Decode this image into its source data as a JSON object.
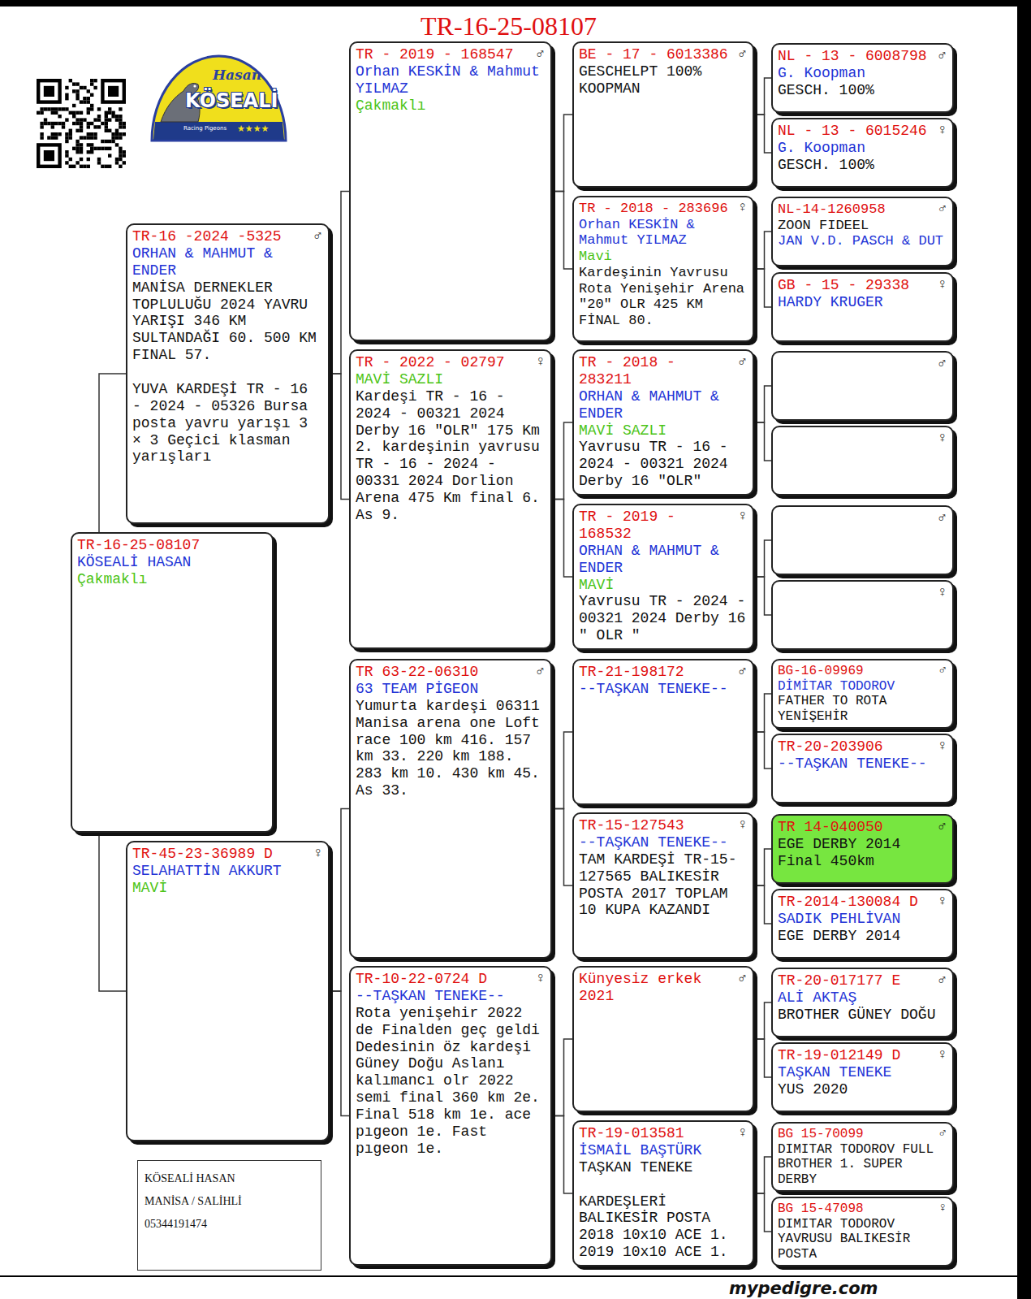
{
  "diagram": {
    "title": "TR-16-25-08107",
    "nodes": [
      {
        "text": [
          "TR-16-25-08107",
          "KÖSEALİ HASAN",
          "Çakmaklı"
        ]
      },
      {
        "text": [
          "TR-16 -2024 -5325",
          "♂",
          "ORHAN & MAHMUT & ENDER",
          "MANİSA DERNEKLER TOPLULUĞU 2024 YAVRU YARIŞI 346 KM SULTANDAĞI 60. 500 KM FINAL 57.",
          "YUVA KARDEŞİ TR - 16 - 2024 - 05326 Bursa posta yavru yarışı 3 × 3 Geçici klasman yarışları"
        ]
      },
      {
        "text": [
          "TR-45-23-36989 D",
          "♀",
          "SELAHATTİN AKKURT",
          "MAVİ"
        ]
      },
      {
        "text": [
          "TR - 2019 - 168547",
          "♂",
          "Orhan KESKİN & Mahmut YILMAZ",
          "Çakmaklı"
        ]
      },
      {
        "text": [
          "TR - 2022 - 02797",
          "♀",
          "MAVİ SAZLI",
          "Kardeşi TR - 16 - 2024 - 00321 2024 Derby 16 ″OLR″ 175 Km 2. kardeşinin yavrusu TR - 16 - 2024 - 00331 2024 Dorlion Arena 475 Km final 6. As 9."
        ]
      },
      {
        "text": [
          "TR 63-22-06310",
          "♂",
          "63 TEAM PİGEON",
          "Yumurta kardeşi 06311 Manisa arena one Loft race 100 km 416. 157 km 33. 220 km 188. 283 km 10. 430 km 45. As 33."
        ]
      },
      {
        "text": [
          "TR-10-22-0724 D",
          "♀",
          "--TAŞKAN TENEKE--",
          "Rota yenişehir 2022 de Finalden geç geldi Dedesinin öz kardeşi Güney Doğu Aslanı kalımancı olr 2022 semi final 360 km 2e. Final 518 km 1e. ace pıgeon 1e. Fast pıgeon 1e."
        ]
      },
      {
        "text": [
          "BE - 17 - 6013386",
          "♂",
          "GESCHELPT 100% KOOPMAN"
        ]
      },
      {
        "text": [
          "TR - 2018 - 283696",
          "♀",
          "Orhan KESKİN & Mahmut YILMAZ",
          "Mavi",
          "Kardeşinin Yavrusu Rota Yenişehir Arena ″20″ OLR 425 KM FİNAL 80."
        ]
      },
      {
        "text": [
          "TR - 2018 - 283211",
          "♂",
          "ORHAN & MAHMUT & ENDER",
          "MAVİ SAZLI",
          "Yavrusu TR - 16 - 2024 - 00321 2024 Derby 16 ″OLR″"
        ]
      },
      {
        "text": [
          "TR - 2019 - 168532",
          "♀",
          "ORHAN & MAHMUT & ENDER",
          "MAVİ",
          "Yavrusu TR - 2024 - 00321 2024 Derby 16 ″ OLR ″"
        ]
      },
      {
        "text": [
          "TR-21-198172",
          "♂",
          "--TAŞKAN TENEKE--"
        ]
      },
      {
        "text": [
          "TR-15-127543",
          "♀",
          "--TAŞKAN TENEKE--",
          "TAM KARDEŞİ TR-15-127565 BALIKESİR POSTA 2017 TOPLAM 10 KUPA KAZANDI"
        ]
      },
      {
        "text": [
          "Künyesiz erkek 2021",
          "♂"
        ]
      },
      {
        "text": [
          "TR-19-013581",
          "♀",
          "İSMAİL BAŞTÜRK",
          "TAŞKAN TENEKE",
          "KARDEŞLERİ BALIKESİR POSTA 2018 10x10 ACE 1. 2019 10x10 ACE 1."
        ]
      },
      {
        "text": [
          "NL - 13 - 6008798",
          "♂",
          "G. Koopman",
          "GESCH. 100%"
        ]
      },
      {
        "text": [
          "NL - 13 - 6015246",
          "♀",
          "G. Koopman",
          "GESCH. 100%"
        ]
      },
      {
        "text": [
          "NL-14-1260958",
          "♂",
          "ZOON FIDEEL",
          "JAN V.D. PASCH & DUT"
        ]
      },
      {
        "text": [
          "GB - 15 - 29338",
          "♀",
          "HARDY KRUGER"
        ]
      },
      {
        "text": [
          "♂"
        ]
      },
      {
        "text": [
          "♀"
        ]
      },
      {
        "text": [
          "♂"
        ]
      },
      {
        "text": [
          "♀"
        ]
      },
      {
        "text": [
          "BG-16-09969",
          "♂",
          "DİMİTAR TODOROV",
          "FATHER TO ROTA YENİŞEHİR"
        ]
      },
      {
        "text": [
          "TR-20-203906",
          "♀",
          "--TAŞKAN TENEKE--"
        ]
      },
      {
        "text": [
          "TR 14-040050",
          "♂",
          "EGE DERBY 2014 Final 450km"
        ]
      },
      {
        "text": [
          "TR-2014-130084 D",
          "♀",
          "SADIK PEHLİVAN",
          "EGE DERBY 2014"
        ]
      },
      {
        "text": [
          "TR-20-017177 E",
          "♂",
          "ALİ AKTAŞ",
          "BROTHER GÜNEY DOĞU"
        ]
      },
      {
        "text": [
          "TR-19-012149 D",
          "♀",
          "TAŞKAN TENEKE",
          "YUS 2020"
        ]
      },
      {
        "text": [
          "BG 15-70099",
          "♂",
          "DIMITAR TODOROV FULL BROTHER 1. SUPER DERBY"
        ]
      },
      {
        "text": [
          "BG 15-47098",
          "♀",
          "DIMITAR TODOROV YAVRUSU BALIKESİR POSTA"
        ]
      },
      {
        "text": [
          "KÖSEALİ HASAN",
          "MANİSA / SALİHLİ",
          "05344191474"
        ]
      }
    ],
    "edges": [
      {
        "from": 0,
        "to": 1,
        "arrow": "none"
      },
      {
        "from": 0,
        "to": 2,
        "arrow": "none"
      },
      {
        "from": 1,
        "to": 3,
        "arrow": "none"
      },
      {
        "from": 1,
        "to": 4,
        "arrow": "none"
      },
      {
        "from": 2,
        "to": 5,
        "arrow": "none"
      },
      {
        "from": 2,
        "to": 6,
        "arrow": "none"
      },
      {
        "from": 3,
        "to": 7,
        "arrow": "none"
      },
      {
        "from": 3,
        "to": 8,
        "arrow": "none"
      },
      {
        "from": 4,
        "to": 9,
        "arrow": "none"
      },
      {
        "from": 4,
        "to": 10,
        "arrow": "none"
      },
      {
        "from": 5,
        "to": 11,
        "arrow": "none"
      },
      {
        "from": 5,
        "to": 12,
        "arrow": "none"
      },
      {
        "from": 6,
        "to": 13,
        "arrow": "none"
      },
      {
        "from": 6,
        "to": 14,
        "arrow": "none"
      },
      {
        "from": 7,
        "to": 15,
        "arrow": "none"
      },
      {
        "from": 7,
        "to": 16,
        "arrow": "none"
      },
      {
        "from": 8,
        "to": 17,
        "arrow": "none"
      },
      {
        "from": 8,
        "to": 18,
        "arrow": "none"
      },
      {
        "from": 9,
        "to": 19,
        "arrow": "none"
      },
      {
        "from": 9,
        "to": 20,
        "arrow": "none"
      },
      {
        "from": 10,
        "to": 21,
        "arrow": "none"
      },
      {
        "from": 10,
        "to": 22,
        "arrow": "none"
      },
      {
        "from": 11,
        "to": 23,
        "arrow": "none"
      },
      {
        "from": 11,
        "to": 24,
        "arrow": "none"
      },
      {
        "from": 12,
        "to": 25,
        "arrow": "none"
      },
      {
        "from": 12,
        "to": 26,
        "arrow": "none"
      },
      {
        "from": 13,
        "to": 27,
        "arrow": "none"
      },
      {
        "from": 13,
        "to": 28,
        "arrow": "none"
      },
      {
        "from": 14,
        "to": 29,
        "arrow": "none"
      },
      {
        "from": 14,
        "to": 30,
        "arrow": "none"
      }
    ],
    "labels": [
      "Hasan",
      "KÖSEALİ",
      "Racing Pigeons",
      "★★★★",
      "mypedigre.com"
    ]
  }
}
